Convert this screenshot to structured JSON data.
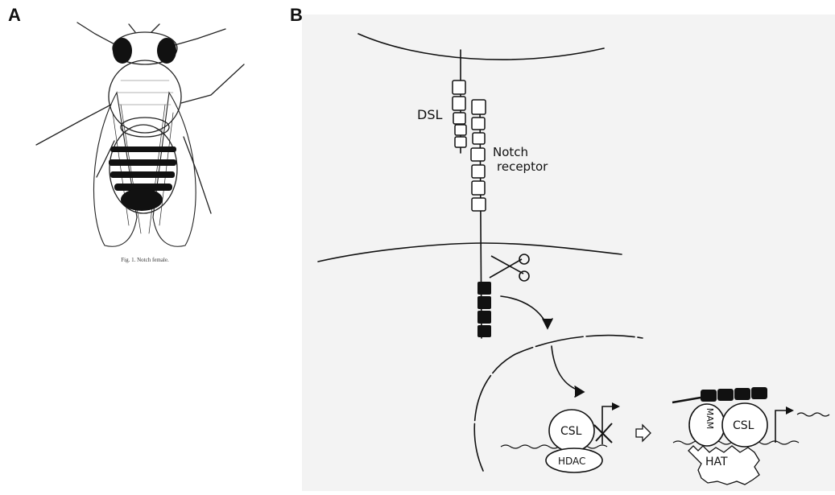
{
  "panels": {
    "a": {
      "label": "A",
      "caption": "Fig. 1.   Notch female."
    },
    "b": {
      "label": "B",
      "dsl": "DSL",
      "notch_line1": "Notch",
      "notch_line2": "receptor",
      "csl_left": "CSL",
      "hdac": "HDAC",
      "mam": "MAM",
      "csl_right": "CSL",
      "hat": "HAT"
    }
  }
}
